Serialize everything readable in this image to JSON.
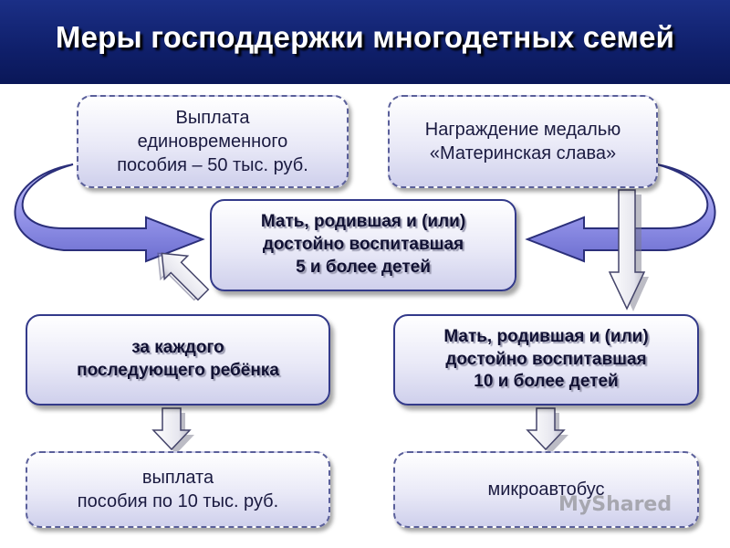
{
  "header": {
    "title": "Меры господдержки многодетных семей"
  },
  "boxes": {
    "payment_lump": {
      "lines": [
        "Выплата",
        "единовременного",
        "пособия – 50 тыс. руб."
      ]
    },
    "medal_award": {
      "lines": [
        "Награждение медалью",
        "«Материнская слава»"
      ]
    },
    "mother_5": {
      "lines": [
        "Мать, родившая и (или)",
        "достойно воспитавшая",
        "5 и более детей"
      ]
    },
    "each_next_child": {
      "lines": [
        "за каждого",
        "последующего ребёнка"
      ]
    },
    "mother_10": {
      "lines": [
        "Мать, родившая и (или)",
        "достойно воспитавшая",
        "10 и более детей"
      ]
    },
    "payment_10k": {
      "lines": [
        "выплата",
        "пособия по 10 тыс. руб."
      ]
    },
    "minibus": {
      "lines": [
        "микроавтобус"
      ]
    }
  },
  "colors": {
    "header_bg": "#0f1f6a",
    "arrow_fill": "#8f8fe6",
    "arrow_stroke": "#2b2f7a",
    "box_border": "#333a8a"
  },
  "icons": {
    "watermark": "myshared-logo"
  },
  "watermark": {
    "text": "MyShared"
  }
}
